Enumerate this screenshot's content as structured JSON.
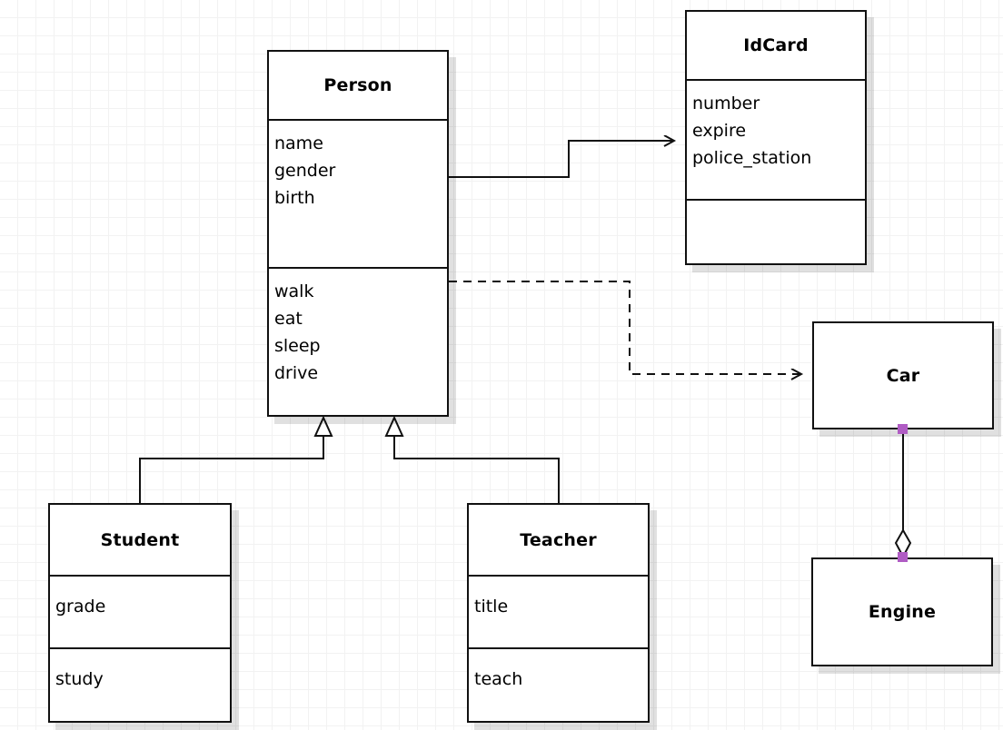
{
  "diagram": {
    "kind": "uml-class-diagram",
    "background": "#ffffff",
    "grid_color": "#f2f2f2",
    "grid_size": 20,
    "line_color": "#111111",
    "handle_color": "#b05cc4"
  },
  "classes": {
    "person": {
      "name": "Person",
      "attributes": [
        "name",
        "gender",
        "birth"
      ],
      "methods": [
        "walk",
        "eat",
        "sleep",
        "drive"
      ]
    },
    "idcard": {
      "name": "IdCard",
      "attributes": [
        "number",
        "expire",
        "police_station"
      ],
      "methods": []
    },
    "student": {
      "name": "Student",
      "attributes": [
        "grade"
      ],
      "methods": [
        "study"
      ]
    },
    "teacher": {
      "name": "Teacher",
      "attributes": [
        "title"
      ],
      "methods": [
        "teach"
      ]
    },
    "car": {
      "name": "Car"
    },
    "engine": {
      "name": "Engine"
    }
  },
  "relationships": [
    {
      "id": "person-idcard",
      "type": "association",
      "line": "solid",
      "arrow": "open-arrow",
      "from": "Person",
      "to": "IdCard"
    },
    {
      "id": "person-car",
      "type": "dependency",
      "line": "dashed",
      "arrow": "open-arrow",
      "from": "Person",
      "to": "Car"
    },
    {
      "id": "student-person",
      "type": "generalization",
      "line": "solid",
      "arrow": "hollow-triangle",
      "from": "Student",
      "to": "Person"
    },
    {
      "id": "teacher-person",
      "type": "generalization",
      "line": "solid",
      "arrow": "hollow-triangle",
      "from": "Teacher",
      "to": "Person"
    },
    {
      "id": "car-engine",
      "type": "aggregation",
      "line": "solid",
      "arrow": "hollow-diamond",
      "from": "Car",
      "to": "Engine"
    }
  ]
}
